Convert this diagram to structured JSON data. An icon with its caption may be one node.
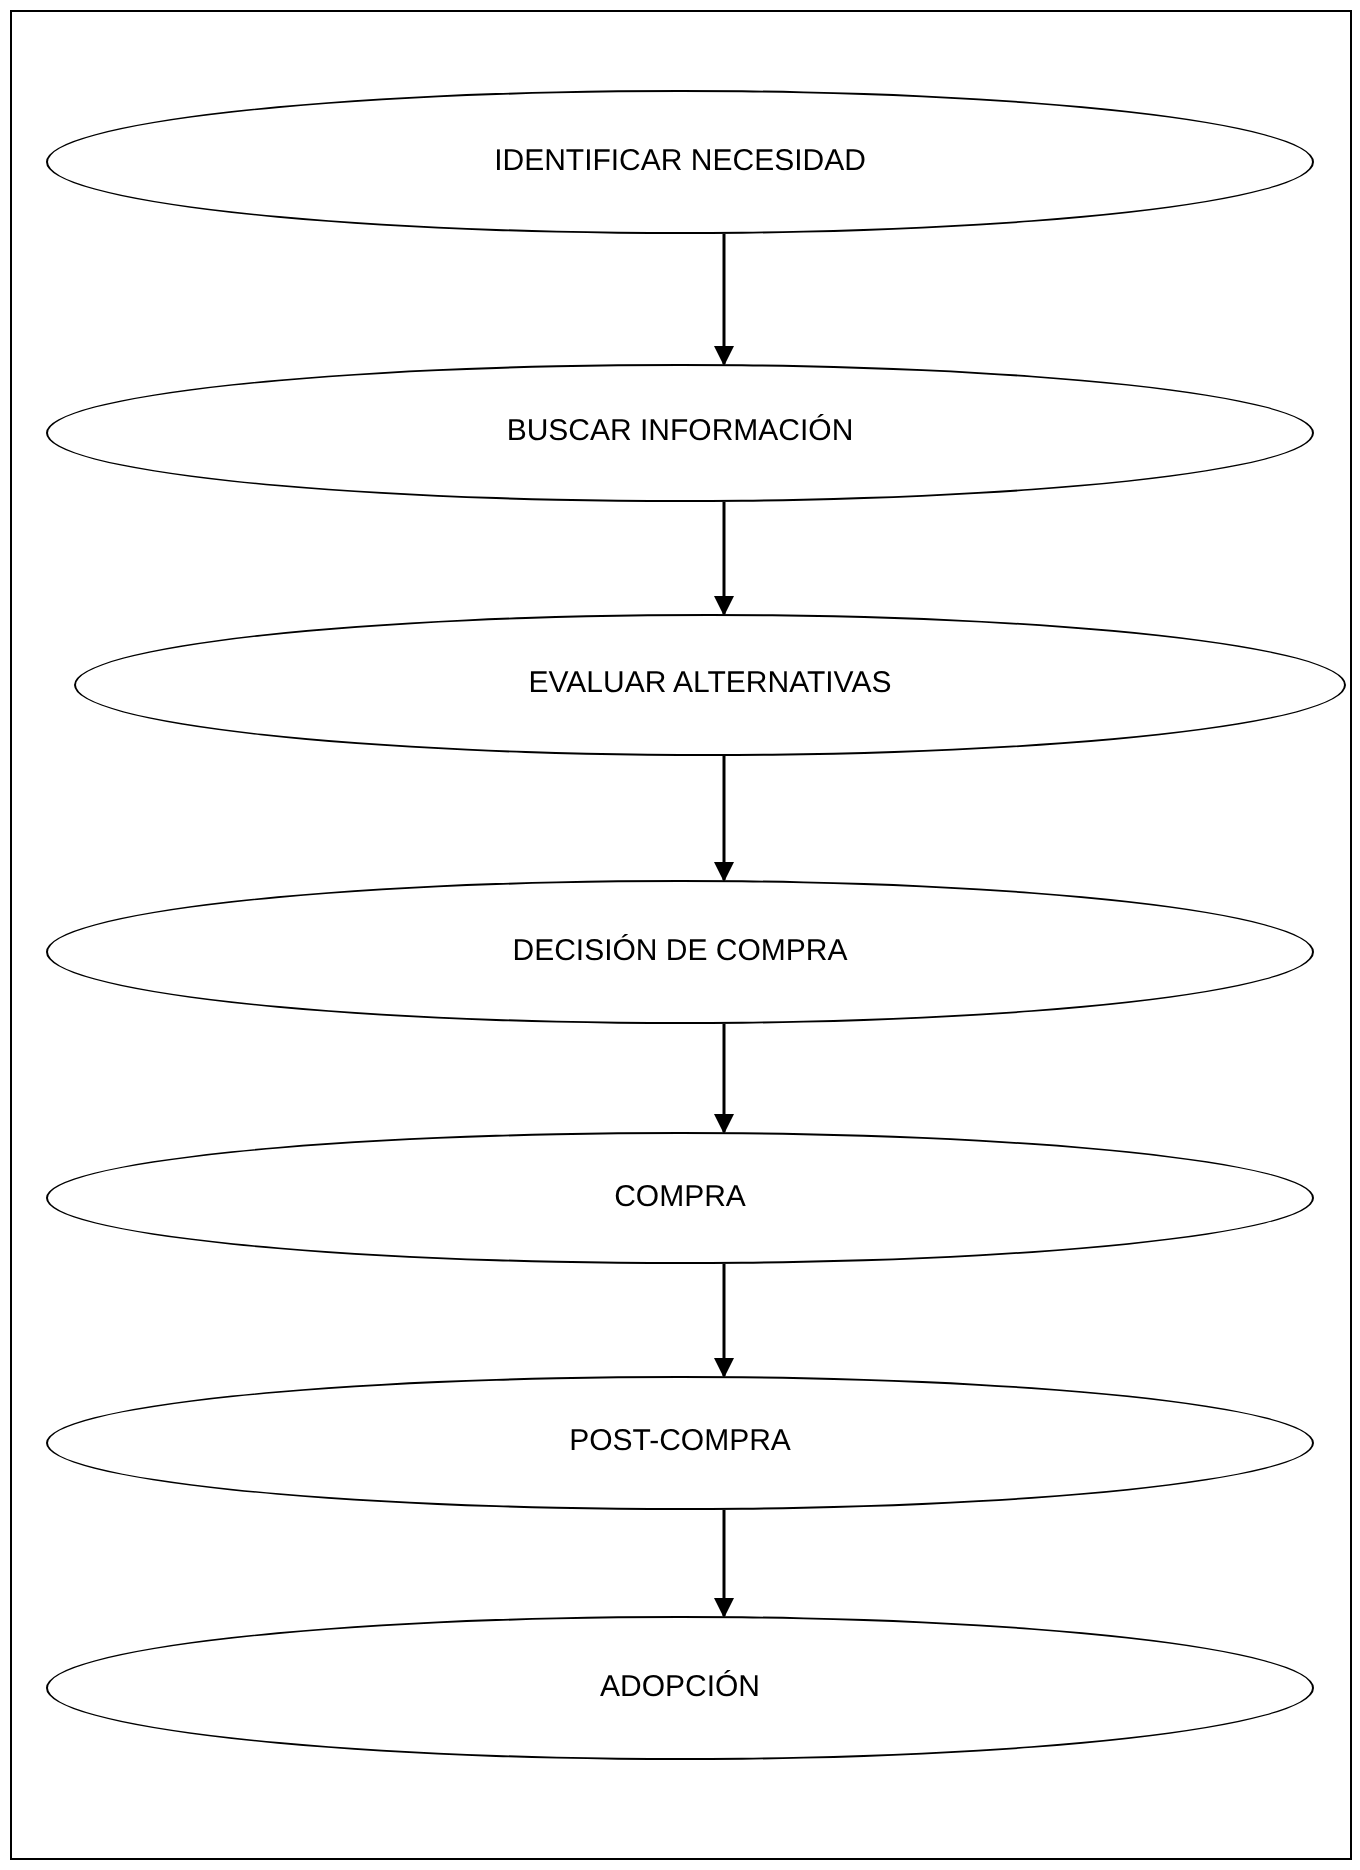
{
  "diagram": {
    "nodes": [
      {
        "text": [
          "IDENTIFICAR NECESIDAD"
        ]
      },
      {
        "text": [
          "BUSCAR INFORMACIÓN"
        ]
      },
      {
        "text": [
          "EVALUAR ALTERNATIVAS"
        ]
      },
      {
        "text": [
          "DECISIÓN DE COMPRA"
        ]
      },
      {
        "text": [
          "COMPRA"
        ]
      },
      {
        "text": [
          "POST-COMPRA"
        ]
      },
      {
        "text": [
          "ADOPCIÓN"
        ]
      }
    ],
    "edges": [
      {
        "from": 0,
        "to": 1,
        "arrow": "to"
      },
      {
        "from": 1,
        "to": 2,
        "arrow": "to"
      },
      {
        "from": 2,
        "to": 3,
        "arrow": "to"
      },
      {
        "from": 3,
        "to": 4,
        "arrow": "to"
      },
      {
        "from": 4,
        "to": 5,
        "arrow": "to"
      },
      {
        "from": 5,
        "to": 6,
        "arrow": "to"
      }
    ]
  }
}
